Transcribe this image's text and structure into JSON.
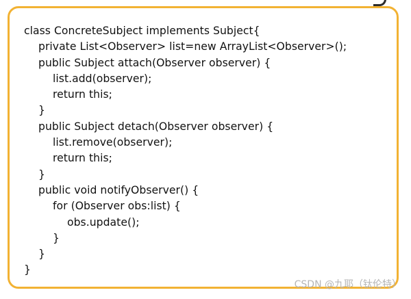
{
  "code": {
    "lines": [
      {
        "indent": 1,
        "text": "class ConcreteSubject implements Subject{"
      },
      {
        "indent": 2,
        "text": "private List<Observer> list=new ArrayList<Observer>();"
      },
      {
        "indent": 2,
        "text": "public Subject attach(Observer observer) {"
      },
      {
        "indent": 3,
        "text": "list.add(observer);"
      },
      {
        "indent": 3,
        "text": "return this;"
      },
      {
        "indent": 2,
        "text": "}"
      },
      {
        "indent": 2,
        "text": "public Subject detach(Observer observer) {"
      },
      {
        "indent": 3,
        "text": "list.remove(observer);"
      },
      {
        "indent": 3,
        "text": "return this;"
      },
      {
        "indent": 2,
        "text": "}"
      },
      {
        "indent": 2,
        "text": "public void notifyObserver() {"
      },
      {
        "indent": 3,
        "text": "for (Observer obs:list) {"
      },
      {
        "indent": 4,
        "text": "obs.update();"
      },
      {
        "indent": 3,
        "text": "}"
      },
      {
        "indent": 2,
        "text": "}"
      },
      {
        "indent": 1,
        "text": "}"
      }
    ]
  },
  "watermark": {
    "text": "CSDN @九耶（钛伦特）"
  },
  "colors": {
    "panel_border": "#f2b233",
    "text": "#111111",
    "watermark": "#b5b5b5"
  }
}
